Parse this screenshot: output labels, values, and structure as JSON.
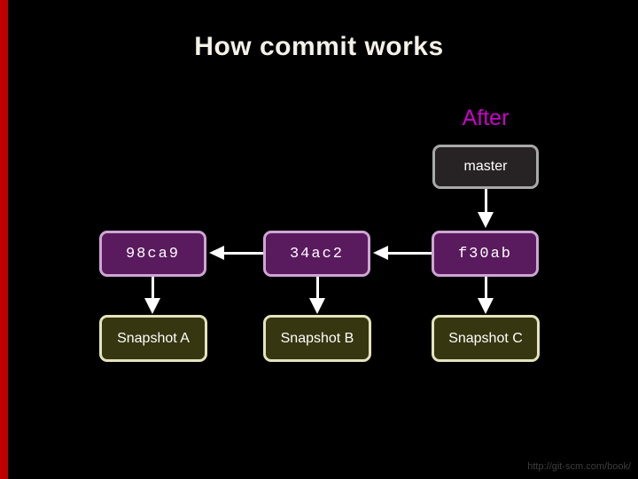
{
  "slide": {
    "title": "How commit works",
    "stage_label": "After",
    "footer_url": "http://git-scm.com/book/"
  },
  "colors": {
    "background": "#000000",
    "accent_stripe": "#bf0000",
    "title_text": "#f4f1e8",
    "stage_label_text": "#cc00cc",
    "branch_fill": "#272324",
    "branch_border": "#a9a9a9",
    "commit_fill": "#5a1a5e",
    "commit_border": "#cda6d2",
    "snapshot_fill": "#363610",
    "snapshot_border": "#e3e3bd",
    "arrow": "#ffffff",
    "footer_text": "#3d3d3d"
  },
  "graph": {
    "branch": {
      "label": "master"
    },
    "commits": [
      {
        "label": "98ca9"
      },
      {
        "label": "34ac2"
      },
      {
        "label": "f30ab"
      }
    ],
    "snapshots": [
      {
        "label": "Snapshot A"
      },
      {
        "label": "Snapshot B"
      },
      {
        "label": "Snapshot C"
      }
    ]
  }
}
